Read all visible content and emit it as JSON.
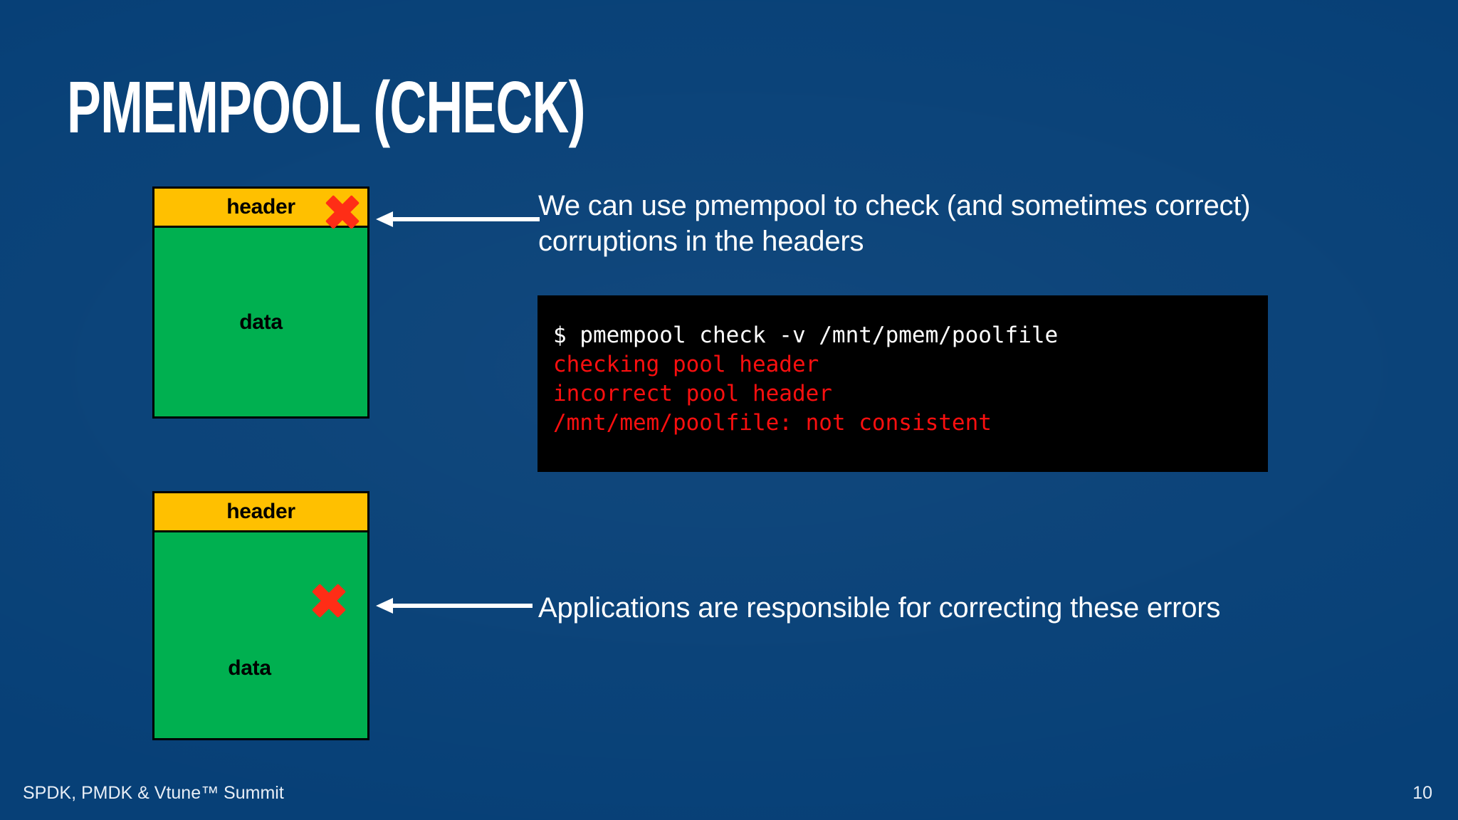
{
  "slide": {
    "title": "PMEMPOOL (CHECK)",
    "background_color": "#074077",
    "page_number": "10",
    "footer": "SPDK, PMDK & Vtune™ Summit"
  },
  "diagrams": [
    {
      "name": "pool-with-corrupt-header",
      "header_label": "header",
      "data_label": "data",
      "header_color": "#ffc000",
      "data_color": "#00b050",
      "border_color": "#000000",
      "error_mark": "x-mark",
      "error_mark_color": "#ff2d16",
      "error_mark_location": "header"
    },
    {
      "name": "pool-with-corrupt-data",
      "header_label": "header",
      "data_label": "data",
      "header_color": "#ffc000",
      "data_color": "#00b050",
      "border_color": "#000000",
      "error_mark": "x-mark",
      "error_mark_color": "#ff2d16",
      "error_mark_location": "data"
    }
  ],
  "callouts": [
    {
      "name": "header-corruption-callout",
      "arrow": "left-arrow",
      "text": "We can use pmempool to check (and sometimes correct) corruptions in the headers"
    },
    {
      "name": "data-corruption-callout",
      "arrow": "left-arrow",
      "text": "Applications are responsible for correcting these errors"
    }
  ],
  "terminal": {
    "background_color": "#000000",
    "command_color": "#ffffff",
    "error_color": "#fa0f0f",
    "lines": [
      {
        "type": "command",
        "text": "$ pmempool check -v /mnt/pmem/poolfile"
      },
      {
        "type": "error",
        "text": "checking pool header"
      },
      {
        "type": "error",
        "text": "incorrect pool header"
      },
      {
        "type": "error",
        "text": "/mnt/mem/poolfile: not consistent"
      }
    ]
  }
}
